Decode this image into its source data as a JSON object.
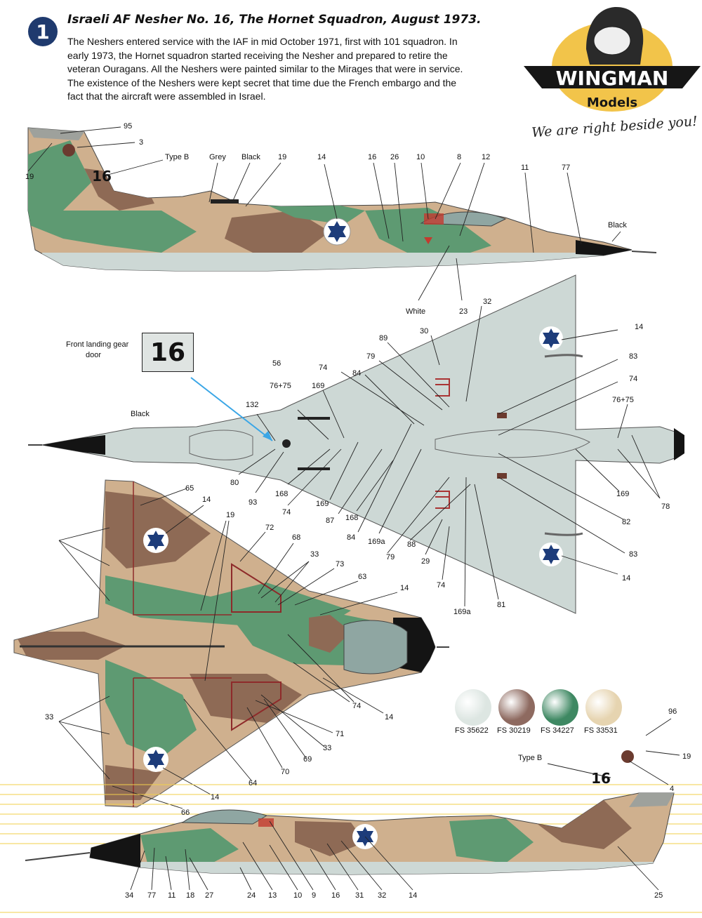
{
  "header": {
    "badge_number": "1",
    "title": "Israeli AF Nesher No. 16, The Hornet Squadron, August 1973.",
    "description_lines": [
      "The Neshers entered service with the IAF in mid October 1971, first with 101 squadron. In",
      "early 1973, the Hornet squadron started receiving the Nesher and prepared to retire the",
      "veteran Ouragans. All the Neshers were painted similar to the Mirages that were in service.",
      "The existence of the Neshers were kept secret that time due the French embargo and the",
      "fact that the aircraft were assembled in Israel."
    ]
  },
  "logo": {
    "brand": "WINGMAN",
    "sub": "Models",
    "slogan": "We are right beside you!"
  },
  "aircraft_number": "16",
  "door_callout": {
    "label_line1": "Front landing gear",
    "label_line2": "door",
    "number": "16"
  },
  "colors": {
    "sand": "#cfb08e",
    "brown": "#8e6a55",
    "green": "#5e9a72",
    "light_grey": "#cdd8d5",
    "black": "#141414",
    "star_blue": "#1d3c7a",
    "leader_blue": "#3aa6e6",
    "stripe_yellow": "#f2cf4a"
  },
  "swatches": [
    {
      "code": "FS 35622",
      "color": "#dde6e2"
    },
    {
      "code": "FS 30219",
      "color": "#8e6a60"
    },
    {
      "code": "FS 34227",
      "color": "#3e8862"
    },
    {
      "code": "FS 33531",
      "color": "#e6d4b0"
    }
  ],
  "side_top_labels": {
    "n95": "95",
    "n3": "3",
    "n19a": "19",
    "typeB": "Type B",
    "grey": "Grey",
    "black": "Black",
    "n19b": "19",
    "n14": "14",
    "n16": "16",
    "n26": "26",
    "n10": "10",
    "n8": "8",
    "n12": "12",
    "n11": "11",
    "n77": "77",
    "black_nose": "Black",
    "white": "White",
    "n23": "23"
  },
  "plan_under_labels": {
    "n32": "32",
    "n14a": "14",
    "n30": "30",
    "n89": "89",
    "n83a": "83",
    "n79a": "79",
    "n56": "56",
    "n74a": "74",
    "n84a": "84",
    "n74b": "74",
    "n76a": "76+75",
    "n169a": "169",
    "n76b": "76+75",
    "n132": "132",
    "black": "Black",
    "n80": "80",
    "n93": "93",
    "n168a": "168",
    "n74c": "74",
    "n169b": "169",
    "n87": "87",
    "n168b": "168",
    "n84b": "84",
    "n169aa": "169a",
    "n79b": "79",
    "n88": "88",
    "n29": "29",
    "n74d": "74",
    "n169ab": "169a",
    "n81": "81",
    "n169c": "169",
    "n82": "82",
    "n78": "78",
    "n83b": "83",
    "n14b": "14"
  },
  "plan_top_labels": {
    "n65": "65",
    "n14a": "14",
    "n19": "19",
    "n72": "72",
    "n68": "68",
    "n33a": "33",
    "n73": "73",
    "n63": "63",
    "n14b": "14",
    "n33b": "33",
    "n74": "74",
    "n14c": "14",
    "n71": "71",
    "n33c": "33",
    "n69": "69",
    "n70": "70",
    "n64": "64",
    "n14d": "14",
    "n66": "66"
  },
  "side_bottom_labels": {
    "n96": "96",
    "n19": "19",
    "typeB": "Type B",
    "n4": "4",
    "n34": "34",
    "n77": "77",
    "n11": "11",
    "n18": "18",
    "n27": "27",
    "n24": "24",
    "n13": "13",
    "n10": "10",
    "n9": "9",
    "n16": "16",
    "n31": "31",
    "n32": "32",
    "n14": "14",
    "n25": "25"
  }
}
